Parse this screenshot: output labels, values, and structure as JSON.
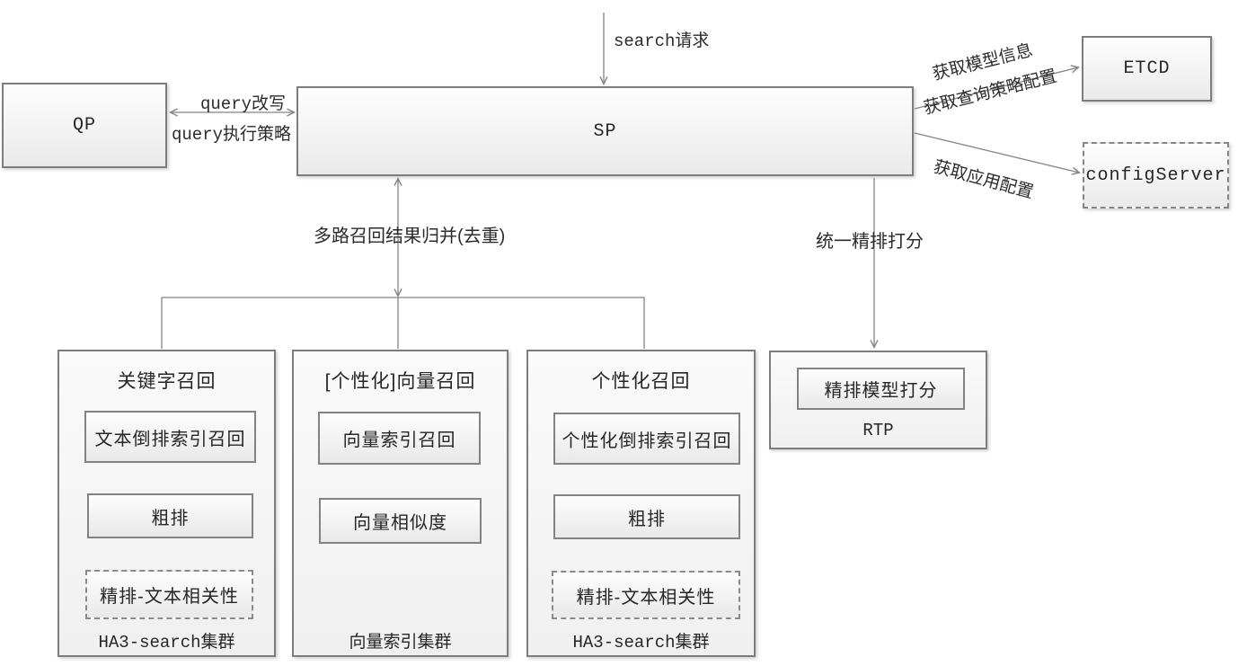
{
  "nodes": {
    "qp": {
      "label": "QP"
    },
    "sp": {
      "label": "SP"
    },
    "etcd": {
      "label": "ETCD"
    },
    "config_server": {
      "label": "configServer"
    },
    "rtp": {
      "label": "RTP",
      "inner_step": "精排模型打分"
    }
  },
  "edge_labels": {
    "search_request": "search请求",
    "query_rewrite": "query改写",
    "query_exec_strategy": "query执行策略",
    "multi_recall_merge": "多路召回结果归并(去重)",
    "unified_fine_ranking": "统一精排打分",
    "get_model_info": "获取模型信息",
    "get_query_strategy_config": "获取查询策略配置",
    "get_app_config": "获取应用配置"
  },
  "clusters": [
    {
      "title": "关键字召回",
      "steps": [
        "文本倒排索引召回",
        "粗排",
        "精排-文本相关性"
      ],
      "footer": "HA3-search集群"
    },
    {
      "title": "[个性化]向量召回",
      "steps": [
        "向量索引召回",
        "向量相似度"
      ],
      "footer": "向量索引集群"
    },
    {
      "title": "个性化召回",
      "steps": [
        "个性化倒排索引召回",
        "粗排",
        "精排-文本相关性"
      ],
      "footer": "HA3-search集群"
    }
  ],
  "colors": {
    "line": "#848484",
    "border": "#7d7d7d",
    "box_fill_top": "#fdfdfd",
    "box_fill_bottom": "#eaeaea",
    "text": "#262626",
    "background": "#ffffff"
  }
}
